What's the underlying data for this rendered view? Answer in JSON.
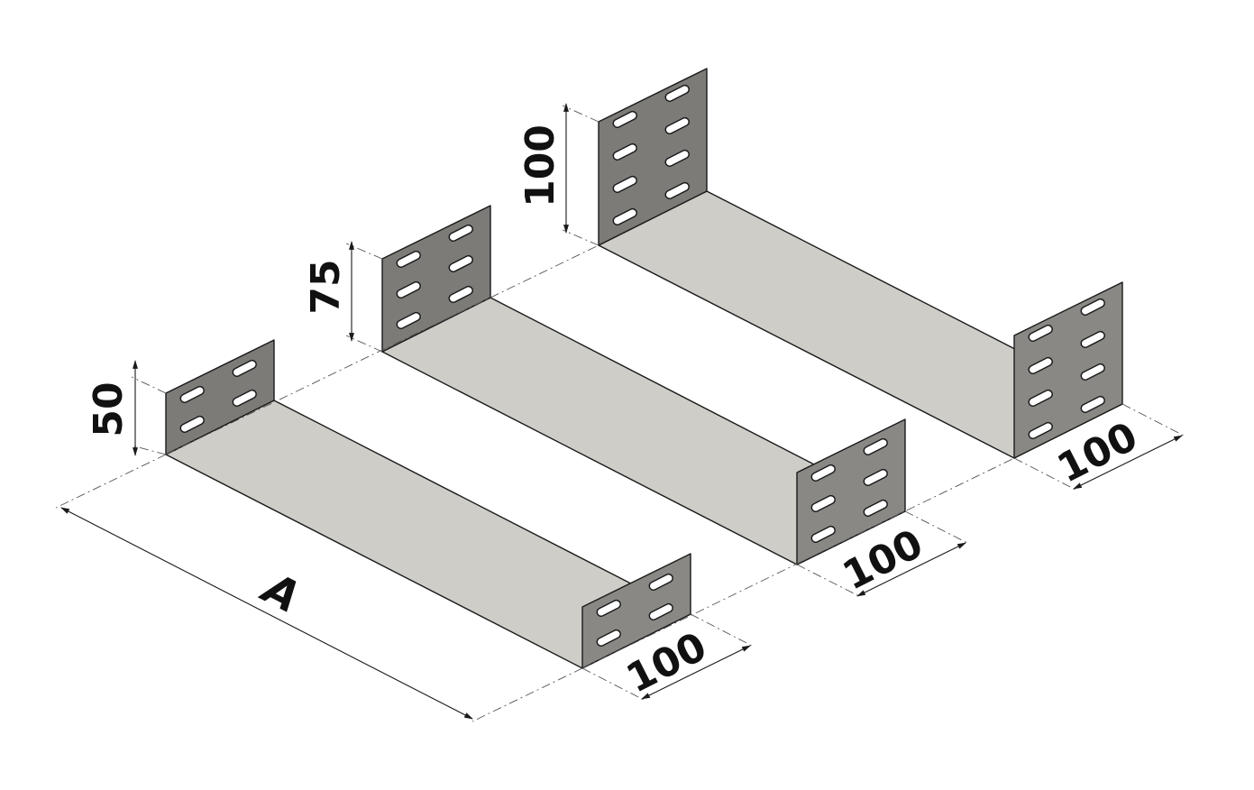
{
  "diagram": {
    "trays": [
      {
        "id": "tray-50",
        "height_label": "50",
        "width_label": "100"
      },
      {
        "id": "tray-75",
        "height_label": "75",
        "width_label": "100"
      },
      {
        "id": "tray-100",
        "height_label": "100",
        "width_label": "100"
      }
    ],
    "length_label": "A"
  },
  "colors": {
    "floor": "#cfcdc8",
    "end_plate": "#8a8884",
    "line": "#1a1a1a"
  }
}
